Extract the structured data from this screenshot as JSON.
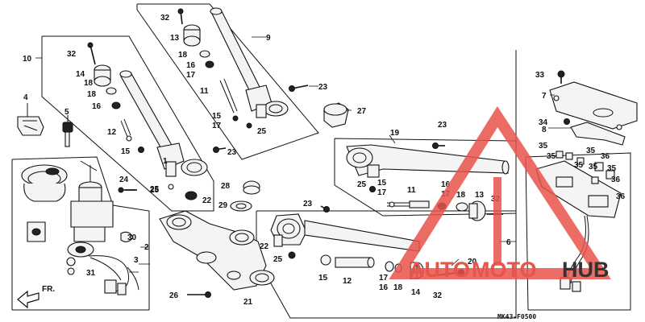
{
  "callouts": [
    "1",
    "2",
    "3",
    "4",
    "5",
    "6",
    "7",
    "8",
    "9",
    "10",
    "11",
    "12",
    "13",
    "14",
    "15",
    "16",
    "17",
    "18",
    "19",
    "20",
    "21",
    "22",
    "23",
    "24",
    "25",
    "26",
    "27",
    "28",
    "29",
    "30",
    "31",
    "32",
    "33",
    "34",
    "35",
    "36"
  ],
  "front_label": "FR.",
  "diagram_code": "MK43-F0500",
  "watermark": {
    "part1": "AUTO",
    "part2": "MOTO",
    "part3": "HUB",
    "color_red": "#e8534a",
    "color_dark": "#333333"
  }
}
